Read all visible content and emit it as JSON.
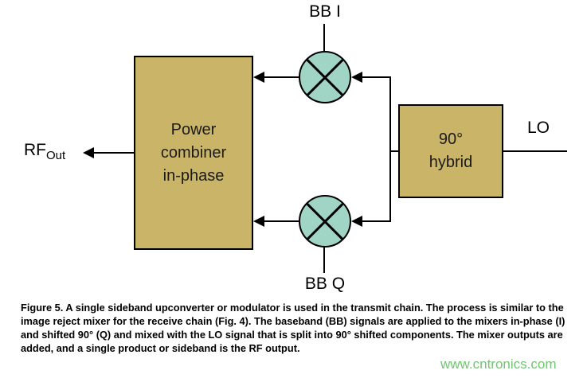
{
  "diagram": {
    "combiner_label": "Power\ncombiner\nin-phase",
    "hybrid_label": "90°\nhybrid",
    "bb_i_label": "BB I",
    "bb_q_label": "BB Q",
    "lo_label": "LO",
    "rf": {
      "main": "RF",
      "sub": "Out"
    },
    "colors": {
      "box_fill": "#C9B467",
      "mixer_fill": "#A0D5C6",
      "line": "#000000",
      "watermark": "#72C472"
    }
  },
  "caption": "Figure 5. A single sideband upconverter or modulator is used in the transmit chain. The process is similar to the image reject mixer for the receive chain (Fig. 4). The baseband (BB) signals are applied to the mixers in-phase (I) and shifted 90° (Q) and mixed with the LO signal that is split into 90° shifted components. The mixer outputs are added, and a single product or sideband is the RF output.",
  "watermark": "www.cntronics.com"
}
